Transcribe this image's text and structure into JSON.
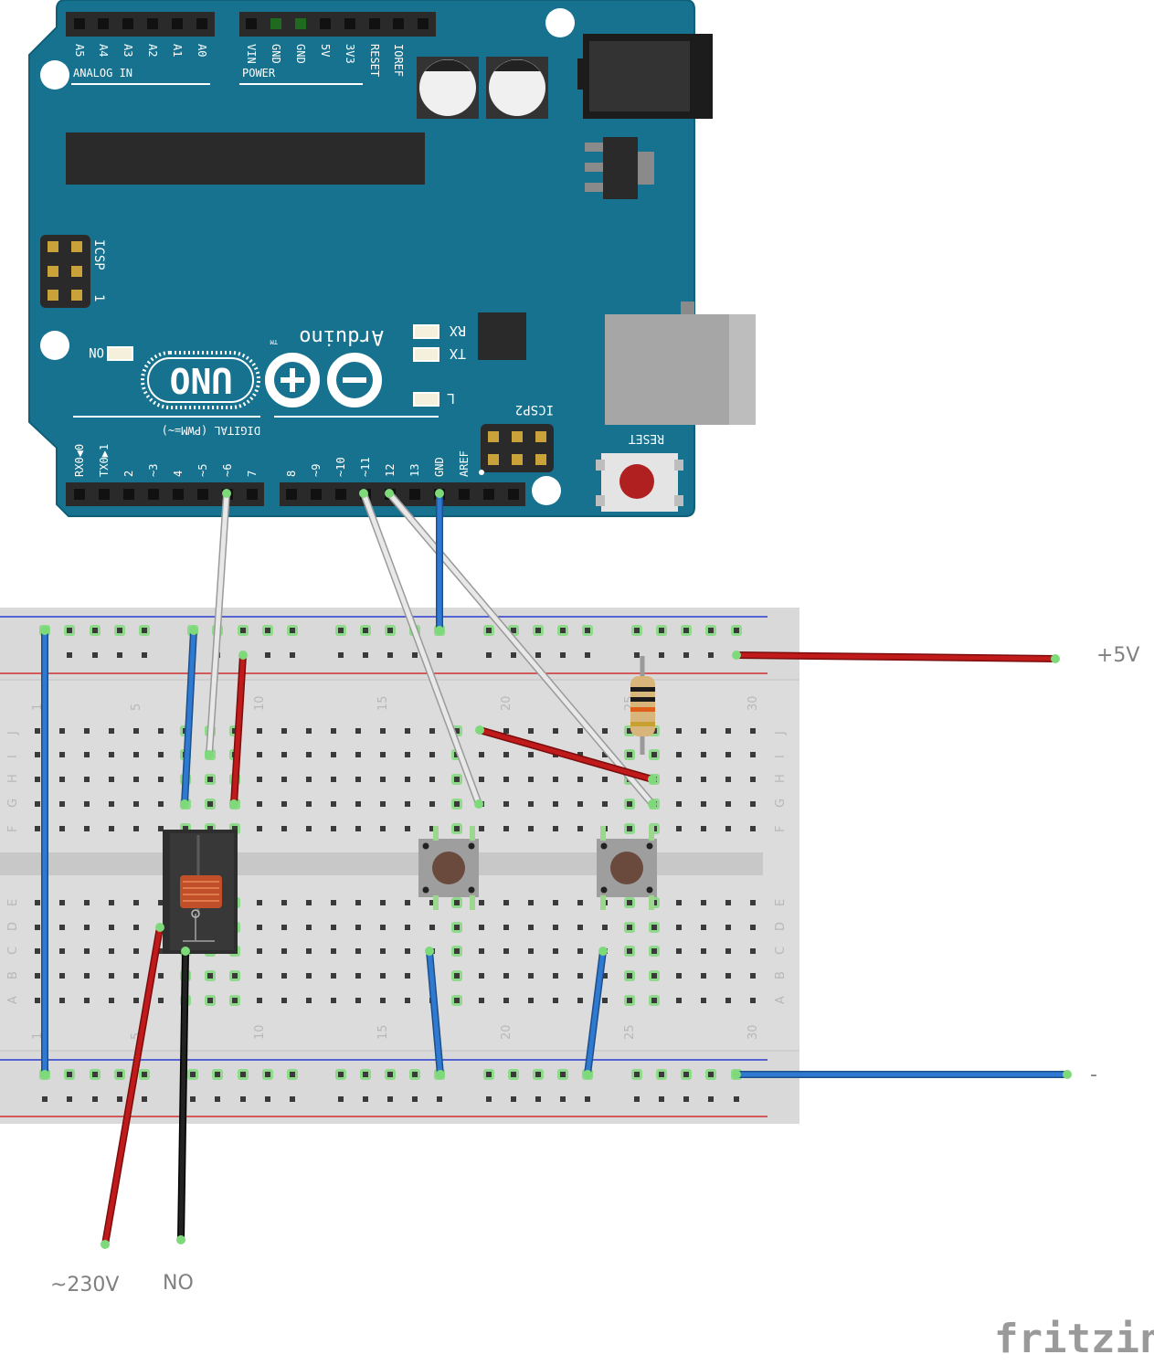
{
  "board": {
    "analog_header_title": "ANALOG IN",
    "analog_pins": [
      "A5",
      "A4",
      "A3",
      "A2",
      "A1",
      "A0"
    ],
    "power_header_title": "POWER",
    "power_pins": [
      "VIN",
      "GND",
      "GND",
      "5V",
      "3V3",
      "RESET",
      "IOREF"
    ],
    "icsp_label": "ICSP",
    "icsp_pin1": "1",
    "icsp2_label": "ICSP2",
    "on_label": "ON",
    "rx_label": "RX",
    "tx_label": "TX",
    "l_label": "L",
    "brand": "Arduino",
    "tm": "TM",
    "model": "UNO",
    "reset_label": "RESET",
    "digital_title": "DIGITAL (PWM=~)",
    "digital_pins_low": [
      "RX0◀0",
      "TX0▶1",
      "2",
      "~3",
      "4",
      "~5",
      "~6",
      "7"
    ],
    "digital_pins_high": [
      "8",
      "~9",
      "~10",
      "~11",
      "12",
      "13",
      "GND",
      "AREF"
    ]
  },
  "breadboard": {
    "column_numbers": [
      "1",
      "5",
      "10",
      "15",
      "20",
      "25",
      "30"
    ],
    "row_letters_top": [
      "J",
      "I",
      "H",
      "G",
      "F"
    ],
    "row_letters_bottom": [
      "E",
      "D",
      "C",
      "B",
      "A"
    ]
  },
  "terminals": {
    "vcc": "+5V",
    "gnd": "-",
    "mains": "~230V",
    "no": "NO"
  },
  "wire_colors": {
    "red": "#c11a1a",
    "blue": "#2f7ad0",
    "white": "#e8e8e8",
    "black": "#222222"
  },
  "footer": {
    "brand": "fritzing"
  }
}
